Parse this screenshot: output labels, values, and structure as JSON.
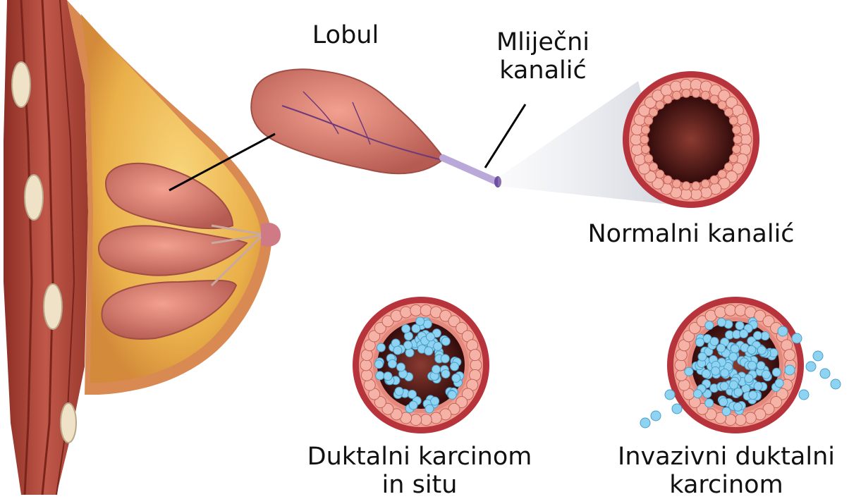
{
  "labels": {
    "lobule": "Lobul",
    "milk_duct": [
      "Mliječni",
      "kanalić"
    ],
    "normal_duct": "Normalni kanalić",
    "dcis": [
      "Duktalni karcinom",
      "in situ"
    ],
    "idc": [
      "Invazivni duktalni",
      "karcinom"
    ]
  },
  "colors": {
    "skin": "#d98a52",
    "fat": "#f2c25a",
    "muscle": "#b04a3a",
    "lobule": "#d77a6e",
    "duct_wall": "#b8343c",
    "cell": "#f2a79a",
    "lumen": "#3a0d0e",
    "cancer_cell": "#8fd3f2",
    "milk_duct_tube": "#b9a8d8"
  },
  "icons": [
    "breast-anatomy",
    "lobule",
    "duct-cross-section"
  ]
}
